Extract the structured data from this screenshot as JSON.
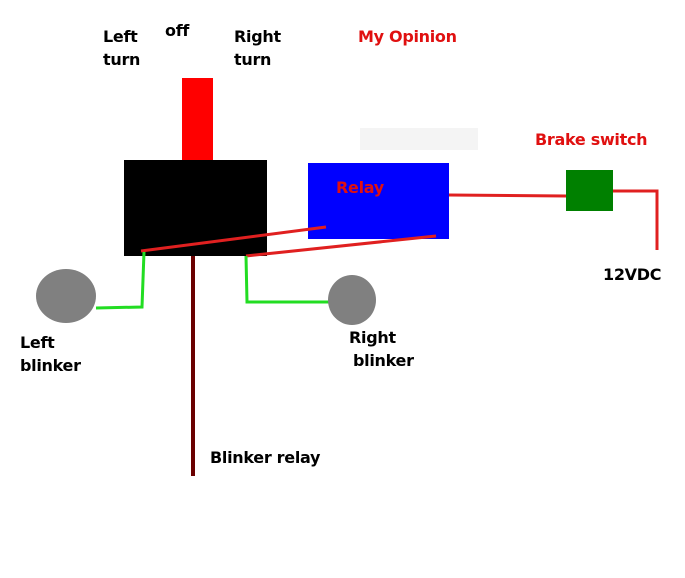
{
  "labels": {
    "left_turn": [
      "Left",
      "turn"
    ],
    "off": "off",
    "right_turn": [
      "Right",
      "turn"
    ],
    "my_opinion": "My Opinion",
    "brake_switch": "Brake switch",
    "relay": "Relay",
    "voltage": "12VDC",
    "left_blinker": [
      "Left",
      "blinker"
    ],
    "right_blinker": [
      "Right",
      "blinker"
    ],
    "blinker_relay": "Blinker relay"
  },
  "colors": {
    "switch_lever": "#ff0000",
    "switch_body": "#000000",
    "relay_box": "#0000ff",
    "brake_switch_box": "#008000",
    "power_wire": "#e02020",
    "blinker_wire": "#22dd22",
    "blinker_relay_wire": "#6b0000",
    "blinker_lamp": "#808080",
    "heading_text": "#e01010"
  }
}
